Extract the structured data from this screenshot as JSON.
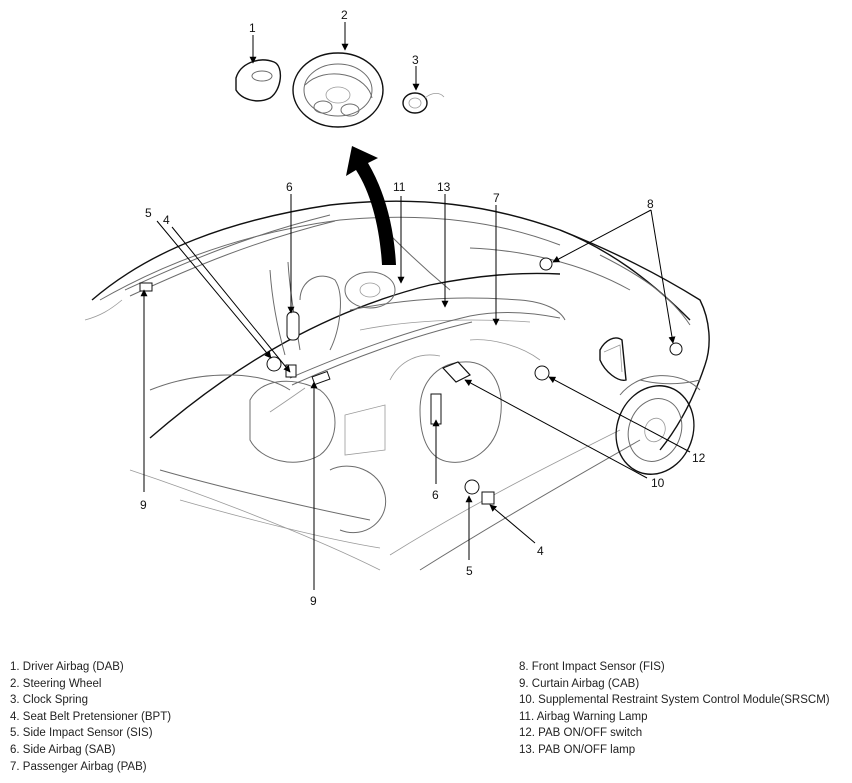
{
  "callouts": {
    "c1": "1",
    "c2": "2",
    "c3": "3",
    "c4a": "4",
    "c4b": "4",
    "c5a": "5",
    "c5b": "5",
    "c6a": "6",
    "c6b": "6",
    "c7": "7",
    "c8": "8",
    "c9a": "9",
    "c9b": "9",
    "c10": "10",
    "c11": "11",
    "c12": "12",
    "c13": "13"
  },
  "legend": {
    "left": [
      "1. Driver Airbag (DAB)",
      "2. Steering Wheel",
      "3. Clock Spring",
      "4. Seat Belt Pretensioner (BPT)",
      "5. Side Impact Sensor (SIS)",
      "6. Side Airbag (SAB)",
      "7. Passenger Airbag (PAB)"
    ],
    "right": [
      "8. Front Impact Sensor (FIS)",
      "9. Curtain Airbag (CAB)",
      "10. Supplemental Restraint System Control Module(SRSCM)",
      "11. Airbag Warning Lamp",
      "12. PAB ON/OFF switch",
      "13. PAB ON/OFF lamp"
    ]
  }
}
